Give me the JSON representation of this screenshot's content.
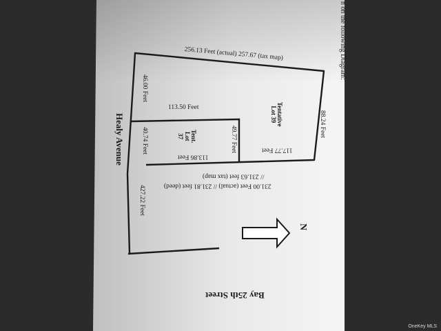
{
  "header_fragment": "n on the following Diagram:",
  "labels": {
    "top_edge": "256.13 Feet (actual) 257.67 (tax map)",
    "left_upper": "46.00 Feet",
    "inner_top": "113.50 Feet",
    "tentative_lot_39": "Tentative\nLot 39",
    "right_edge": "88.24 Feet",
    "lot37_right": "49.77 Feet",
    "tent_lot_37": "Tent.\nLot\n37",
    "left_lower": "40.74 Feet",
    "bottom_inner_right": "117.77 Feet",
    "bottom_inner_left": "113.86 Feet",
    "bottom_outer_1": "231.00 Feet (actual) // 231.81 feet (deed)",
    "bottom_outer_2": "// 231.63 feet (tax map)",
    "left_lower_long": "427.22 Feet",
    "street_left": "Healy Avenue",
    "street_bottom": "Bay 25th Street",
    "north": "N"
  },
  "watermark": "OneKey MLS"
}
